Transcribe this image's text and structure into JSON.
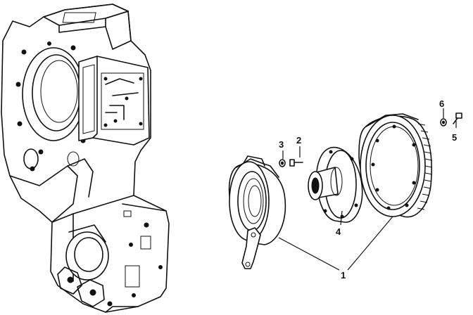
{
  "diagram": {
    "callouts": [
      {
        "id": "1",
        "text": "1"
      },
      {
        "id": "2",
        "text": "2"
      },
      {
        "id": "3",
        "text": "3"
      },
      {
        "id": "4",
        "text": "4"
      },
      {
        "id": "5",
        "text": "5"
      },
      {
        "id": "6",
        "text": "6"
      }
    ]
  },
  "colors": {
    "ink": "#111111",
    "paper": "#ffffff"
  }
}
